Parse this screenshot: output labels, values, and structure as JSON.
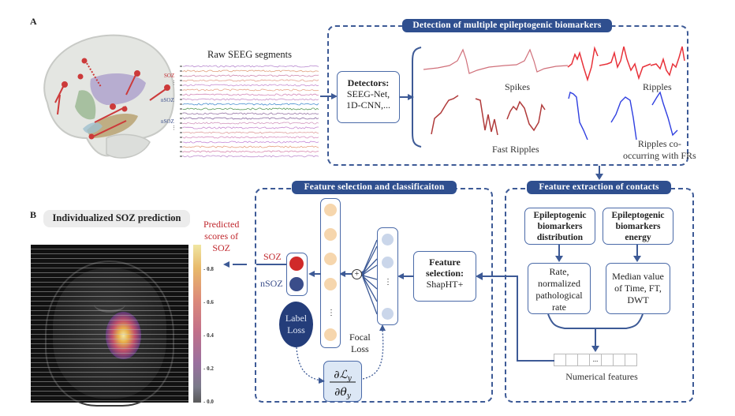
{
  "panel_a": {
    "letter": "A",
    "brain_labels": {
      "soz": "SOZ",
      "nsoz_1": "nSOZ",
      "nsoz_2": "nSOZ"
    },
    "raw_seeg_title": "Raw SEEG segments",
    "detection": {
      "title": "Detection of multiple epileptogenic biomarkers",
      "detectors_heading": "Detectors:",
      "detectors_line1": "SEEG-Net,",
      "detectors_line2": "1D-CNN,...",
      "biomarkers": {
        "spikes": "Spikes",
        "ripples": "Ripples",
        "fast_ripples": "Fast Ripples",
        "co_occurring_line1": "Ripples co-",
        "co_occurring_line2": "occurring with FRs"
      }
    },
    "feature_extraction": {
      "title": "Feature extraction of contacts",
      "distribution_box": [
        "Epileptogenic",
        "biomarkers",
        "distribution"
      ],
      "energy_box": [
        "Epileptogenic",
        "biomarkers",
        "energy"
      ],
      "rate_box": [
        "Rate,",
        "normalized",
        "pathological",
        "rate"
      ],
      "median_box": [
        "Median value",
        "of Time, FT,",
        "DWT"
      ],
      "numerical_features_label": "Numerical features",
      "feature_cells": [
        "",
        "",
        "",
        "...",
        "",
        "",
        ""
      ]
    },
    "feature_selection": {
      "title": "Feature selection and classificaiton",
      "selection_heading_1": "Feature",
      "selection_heading_2": "selection:",
      "selection_method": "ShapHT+",
      "soz_label": "SOZ",
      "nsoz_label": "nSOZ",
      "label_loss_1": "Label",
      "label_loss_2": "Loss",
      "focal_loss_1": "Focal",
      "focal_loss_2": "Loss",
      "gradient_formula": "∂ℒy / ∂θy",
      "plus_symbol": "+",
      "ellipsis": "⋮"
    }
  },
  "panel_b": {
    "letter": "B",
    "title": "Individualized SOZ prediction",
    "predicted_line1": "Predicted",
    "predicted_line2": "scores of",
    "predicted_line3": "SOZ",
    "colorbar": {
      "ticks": [
        "0.8",
        "0.6",
        "0.4",
        "0.2",
        "0.0"
      ],
      "min": 0.0,
      "max": 0.95
    }
  },
  "colors": {
    "accent_navy": "#2f4f8f",
    "soz_red": "#c0272d",
    "spike_pink": "#d0707a",
    "ripple_red": "#e8323a",
    "fr_darkred": "#b03a3a",
    "co_blue": "#2f3fe0"
  }
}
